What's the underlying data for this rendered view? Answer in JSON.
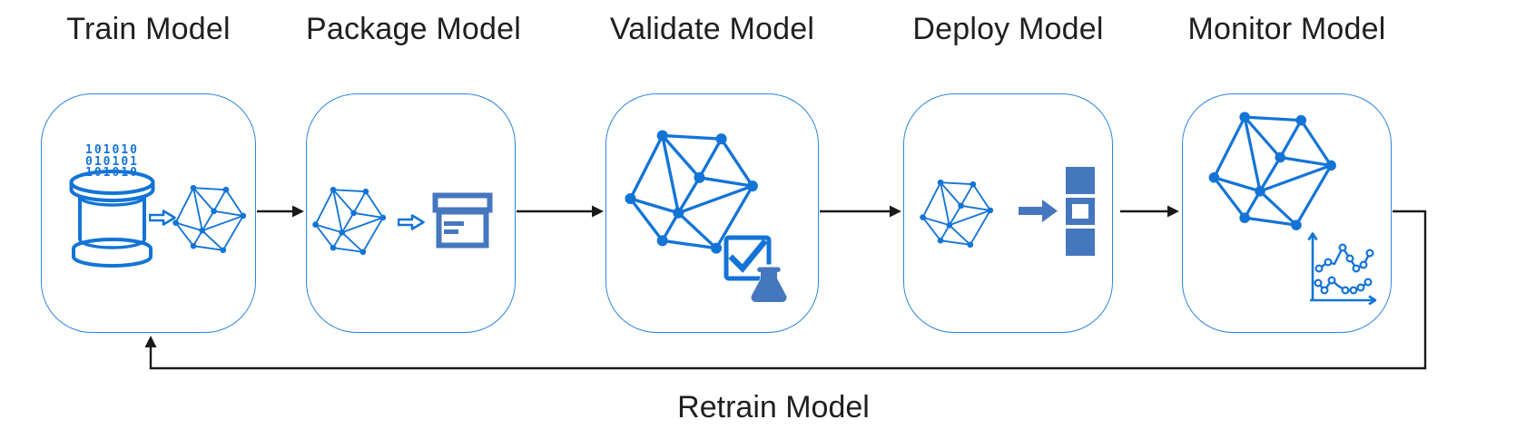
{
  "diagram": {
    "type": "mlops-pipeline-flowchart",
    "stages": [
      {
        "id": "train",
        "label": "Train Model",
        "icons": [
          "binary-data",
          "database-cylinder",
          "hollow-arrow",
          "network-graph"
        ]
      },
      {
        "id": "package",
        "label": "Package Model",
        "icons": [
          "network-graph",
          "hollow-arrow",
          "archive-box"
        ]
      },
      {
        "id": "validate",
        "label": "Validate Model",
        "icons": [
          "network-graph-large",
          "check-square",
          "flask"
        ]
      },
      {
        "id": "deploy",
        "label": "Deploy Model",
        "icons": [
          "network-graph",
          "solid-arrow",
          "stacked-squares"
        ]
      },
      {
        "id": "monitor",
        "label": "Monitor Model",
        "icons": [
          "network-graph-large",
          "line-chart"
        ]
      }
    ],
    "binary_text": [
      "101010",
      "010101",
      "101010"
    ],
    "feedback_label": "Retrain Model",
    "flow": [
      "Train Model",
      "Package Model",
      "Validate Model",
      "Deploy Model",
      "Monitor Model"
    ],
    "feedback_edge": {
      "from": "Monitor Model",
      "to": "Train Model",
      "label": "Retrain Model"
    },
    "colors": {
      "box_border": "#2E86DE",
      "icon_primary": "#1374D6",
      "icon_secondary": "#4577BE",
      "connector": "#1A1A1A",
      "text": "#1F1F1F",
      "background": "#FFFFFF"
    }
  }
}
